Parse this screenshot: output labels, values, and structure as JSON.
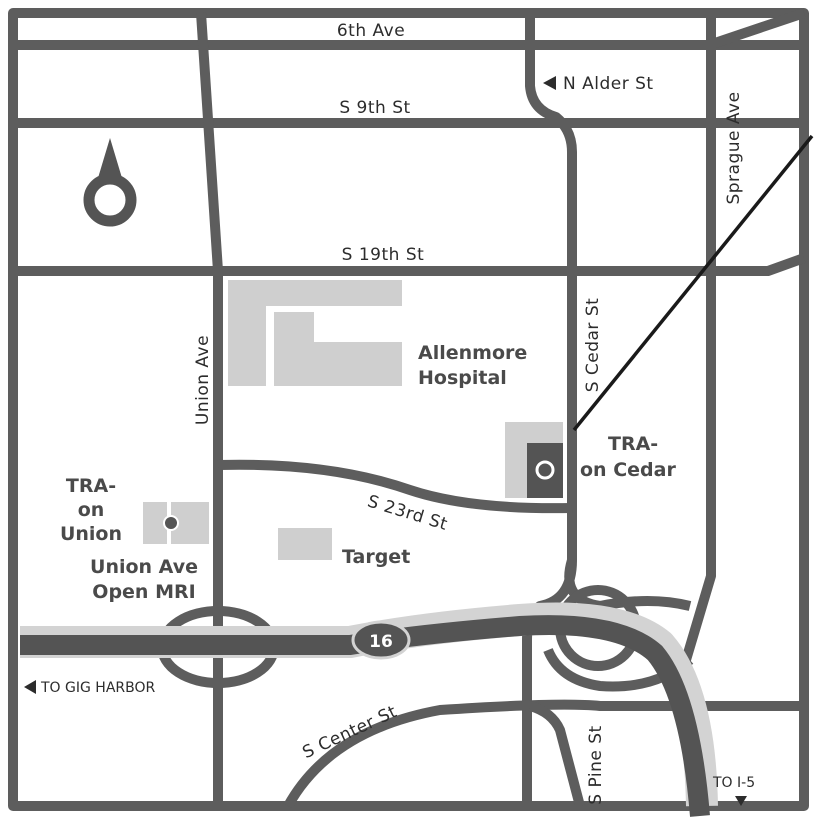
{
  "colors": {
    "road": "#5d5d5d",
    "highway_casing": "#d3d3d3",
    "building": "#cfcfcf",
    "facility": "#545454",
    "label": "#2c2c2c",
    "place_label": "#4a4a4a",
    "background": "#ffffff"
  },
  "streets": {
    "sixth_ave": "6th Ave",
    "n_alder": "N Alder St",
    "s_9th": "S 9th St",
    "s_19th": "S 19th St",
    "sprague_ave": "Sprague Ave",
    "union_ave": "Union Ave",
    "s_cedar": "S Cedar St",
    "s_23rd": "S 23rd St",
    "s_center": "S Center St",
    "s_pine": "S Pine St"
  },
  "highway": {
    "route_number": "16"
  },
  "directions": {
    "to_gig_harbor": "TO GIG HARBOR",
    "to_i5": "TO I-5"
  },
  "places": {
    "allenmore_line1": "Allenmore",
    "allenmore_line2": "Hospital",
    "target": "Target",
    "tra_cedar_line1": "TRA-",
    "tra_cedar_line2": "on Cedar",
    "tra_union_line1": "TRA-",
    "tra_union_line2": "on",
    "tra_union_line3": "Union",
    "union_mri_line1": "Union Ave",
    "union_mri_line2": "Open MRI"
  },
  "icons": {
    "north_arrow": "north-arrow-icon",
    "location_marker": "location-marker-icon",
    "direction_left": "triangle-left-icon",
    "direction_down": "triangle-down-icon"
  }
}
